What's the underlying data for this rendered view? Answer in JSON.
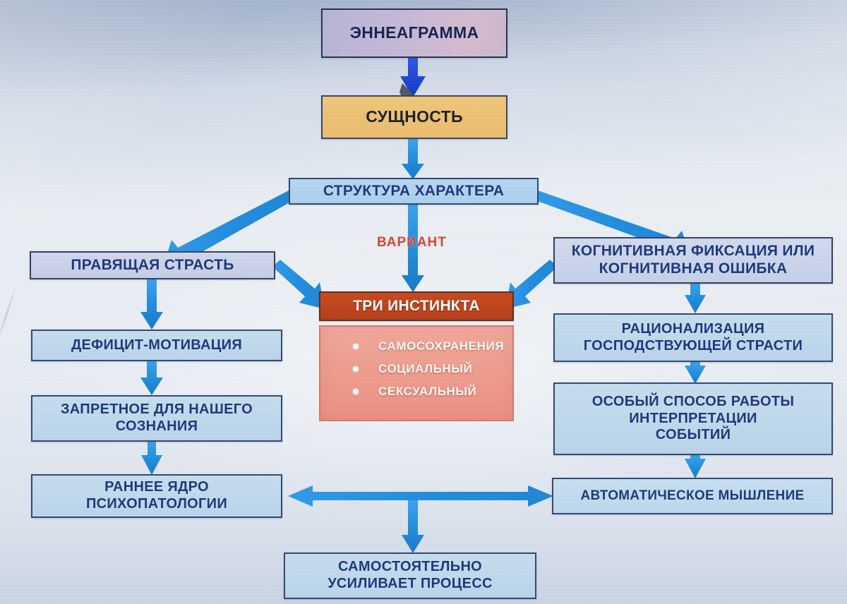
{
  "diagram": {
    "title": "ЭННЕАГРАММА",
    "language": "ru",
    "nodes": {
      "enneagram": {
        "label": "ЭННЕАГРАММА",
        "color": "#c6b9d8"
      },
      "essence": {
        "label": "СУЩНОСТЬ",
        "color": "#efc272"
      },
      "structure": {
        "label": "СТРУКТУРА ХАРАКТЕРА",
        "color": "#abd1f0"
      },
      "ruling_passion": {
        "label": "ПРАВЯЩАЯ СТРАСТЬ",
        "color": "#c7cfe8"
      },
      "cognitive_fixation": {
        "line1": "КОГНИТИВНАЯ ФИКСАЦИЯ ИЛИ",
        "line2": "КОГНИТИВНАЯ ОШИБКА",
        "color": "#c6d2ea"
      },
      "three_instincts": {
        "label": "ТРИ ИНСТИНКТА",
        "color": "#bf4119",
        "items": [
          "САМОСОХРАНЕНИЯ",
          "СОЦИАЛЬНЫЙ",
          "СЕКСУАЛЬНЫЙ"
        ]
      },
      "deficit_motivation": {
        "label": "ДЕФИЦИТ-МОТИВАЦИЯ",
        "color": "#bcd6ec"
      },
      "rationalization": {
        "line1": "РАЦИОНАЛИЗАЦИЯ",
        "line2": "ГОСПОДСТВУЮЩЕЙ СТРАСТИ",
        "color": "#bcd6ec"
      },
      "forbidden": {
        "line1": "ЗАПРЕТНОЕ ДЛЯ НАШЕГО",
        "line2": "СОЗНАНИЯ",
        "color": "#bcd6ec"
      },
      "special_way": {
        "line1": "ОСОБЫЙ СПОСОБ РАБОТЫ",
        "line2": "ИНТЕРПРЕТАЦИИ",
        "line3": "СОБЫТИЙ",
        "color": "#bcd6ec"
      },
      "early_core": {
        "line1": "РАННЕЕ ЯДРО",
        "line2": "ПСИХОПАТОЛОГИИ",
        "color": "#bcd6ec"
      },
      "automatic_thinking": {
        "label": "АВТОМАТИЧЕСКОЕ МЫШЛЕНИЕ",
        "color": "#bcd6ec"
      },
      "self_reinforcing": {
        "line1": "САМОСТОЯТЕЛЬНО",
        "line2": "УСИЛИВАЕТ ПРОЦЕСС",
        "color": "#bcd6ec"
      }
    },
    "edge_labels": {
      "variant": "ВАРИАНТ"
    },
    "colors": {
      "arrow_blue": "#1f8fe0",
      "arrow_dark_blue": "#1348d8",
      "text_blue": "#16357e",
      "variant_red": "#d8402e",
      "instinct_header_red": "#bf4119"
    }
  }
}
